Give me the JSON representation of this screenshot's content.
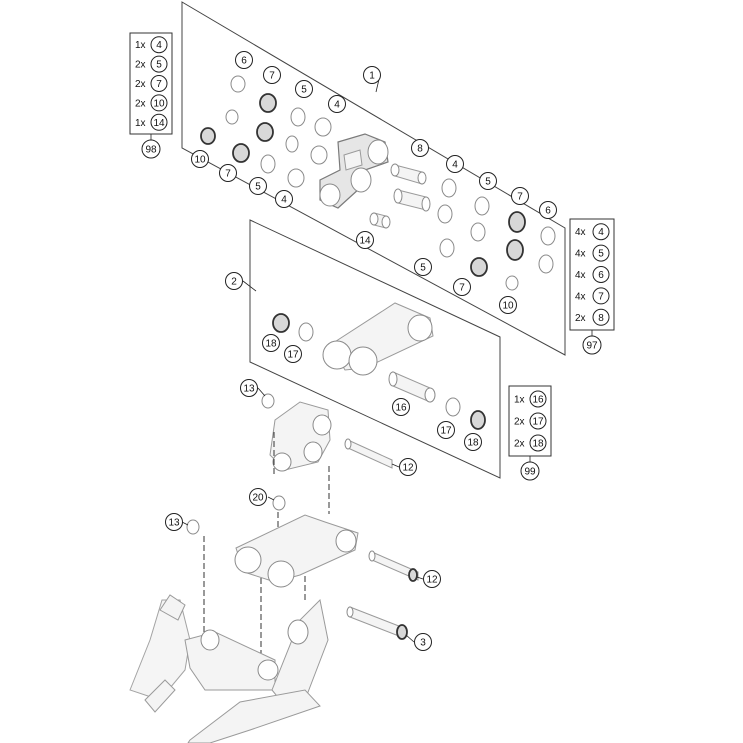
{
  "callouts": [
    {
      "id": "c1",
      "label": "1"
    },
    {
      "id": "c2",
      "label": "2"
    },
    {
      "id": "c3",
      "label": "3"
    },
    {
      "id": "c4a",
      "label": "4"
    },
    {
      "id": "c4b",
      "label": "4"
    },
    {
      "id": "c4c",
      "label": "4"
    },
    {
      "id": "c5a",
      "label": "5"
    },
    {
      "id": "c5b",
      "label": "5"
    },
    {
      "id": "c5c",
      "label": "5"
    },
    {
      "id": "c5d",
      "label": "5"
    },
    {
      "id": "c6a",
      "label": "6"
    },
    {
      "id": "c6b",
      "label": "6"
    },
    {
      "id": "c7a",
      "label": "7"
    },
    {
      "id": "c7b",
      "label": "7"
    },
    {
      "id": "c7c",
      "label": "7"
    },
    {
      "id": "c7d",
      "label": "7"
    },
    {
      "id": "c8",
      "label": "8"
    },
    {
      "id": "c10a",
      "label": "10"
    },
    {
      "id": "c10b",
      "label": "10"
    },
    {
      "id": "c12a",
      "label": "12"
    },
    {
      "id": "c12b",
      "label": "12"
    },
    {
      "id": "c13a",
      "label": "13"
    },
    {
      "id": "c13b",
      "label": "13"
    },
    {
      "id": "c14",
      "label": "14"
    },
    {
      "id": "c16",
      "label": "16"
    },
    {
      "id": "c17a",
      "label": "17"
    },
    {
      "id": "c17b",
      "label": "17"
    },
    {
      "id": "c18a",
      "label": "18"
    },
    {
      "id": "c18b",
      "label": "18"
    },
    {
      "id": "c20",
      "label": "20"
    }
  ],
  "kits": [
    {
      "id": "98",
      "label": "98",
      "items": [
        {
          "qty": "1x",
          "part": "4"
        },
        {
          "qty": "2x",
          "part": "5"
        },
        {
          "qty": "2x",
          "part": "7"
        },
        {
          "qty": "2x",
          "part": "10"
        },
        {
          "qty": "1x",
          "part": "14"
        }
      ]
    },
    {
      "id": "97",
      "label": "97",
      "items": [
        {
          "qty": "4x",
          "part": "4"
        },
        {
          "qty": "4x",
          "part": "5"
        },
        {
          "qty": "4x",
          "part": "6"
        },
        {
          "qty": "4x",
          "part": "7"
        },
        {
          "qty": "2x",
          "part": "8"
        }
      ]
    },
    {
      "id": "99",
      "label": "99",
      "items": [
        {
          "qty": "1x",
          "part": "16"
        },
        {
          "qty": "2x",
          "part": "17"
        },
        {
          "qty": "2x",
          "part": "18"
        }
      ]
    }
  ]
}
